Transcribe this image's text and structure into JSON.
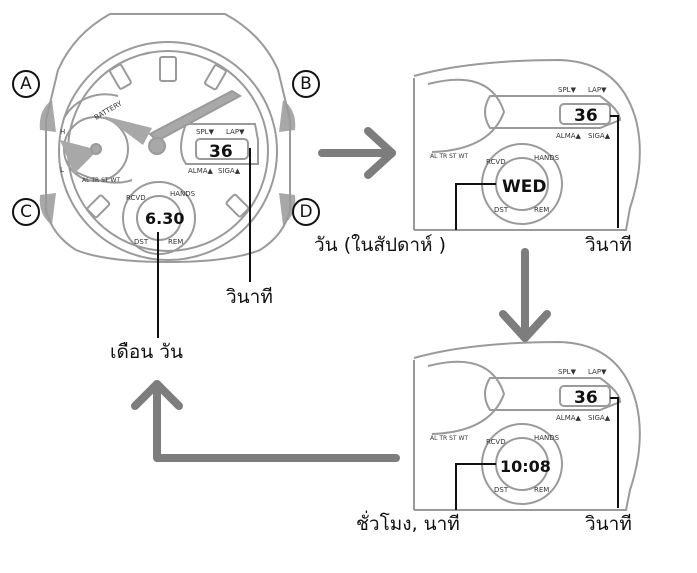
{
  "buttons": {
    "a": "A",
    "b": "B",
    "c": "C",
    "d": "D"
  },
  "watch": {
    "battery": "BATTERY",
    "spl": "SPL▼",
    "lap": "LAP▼",
    "seconds": "36",
    "alma": "ALMA▲",
    "siga": "SIGA▲",
    "rcvd": "RCVD",
    "hands": "HANDS",
    "dst": "DST",
    "rem": "REM",
    "modes": "AL TR ST WT",
    "h_mark": "H",
    "l_mark": "L",
    "date": "6.30",
    "weekday": "WED",
    "time": "10:08"
  },
  "captions": {
    "month_day": "เดือน วัน",
    "seconds_1": "วินาที",
    "weekday": "วัน (ในสัปดาห์ )",
    "seconds_2": "วินาที",
    "hour_minute": "ชั่วโมง, นาที",
    "seconds_3": "วินาที"
  },
  "colors": {
    "outline": "#9a9a9a",
    "hand_fill": "#a8a8a8",
    "arrow": "#7d7d7d",
    "lcd_text": "#111111"
  }
}
